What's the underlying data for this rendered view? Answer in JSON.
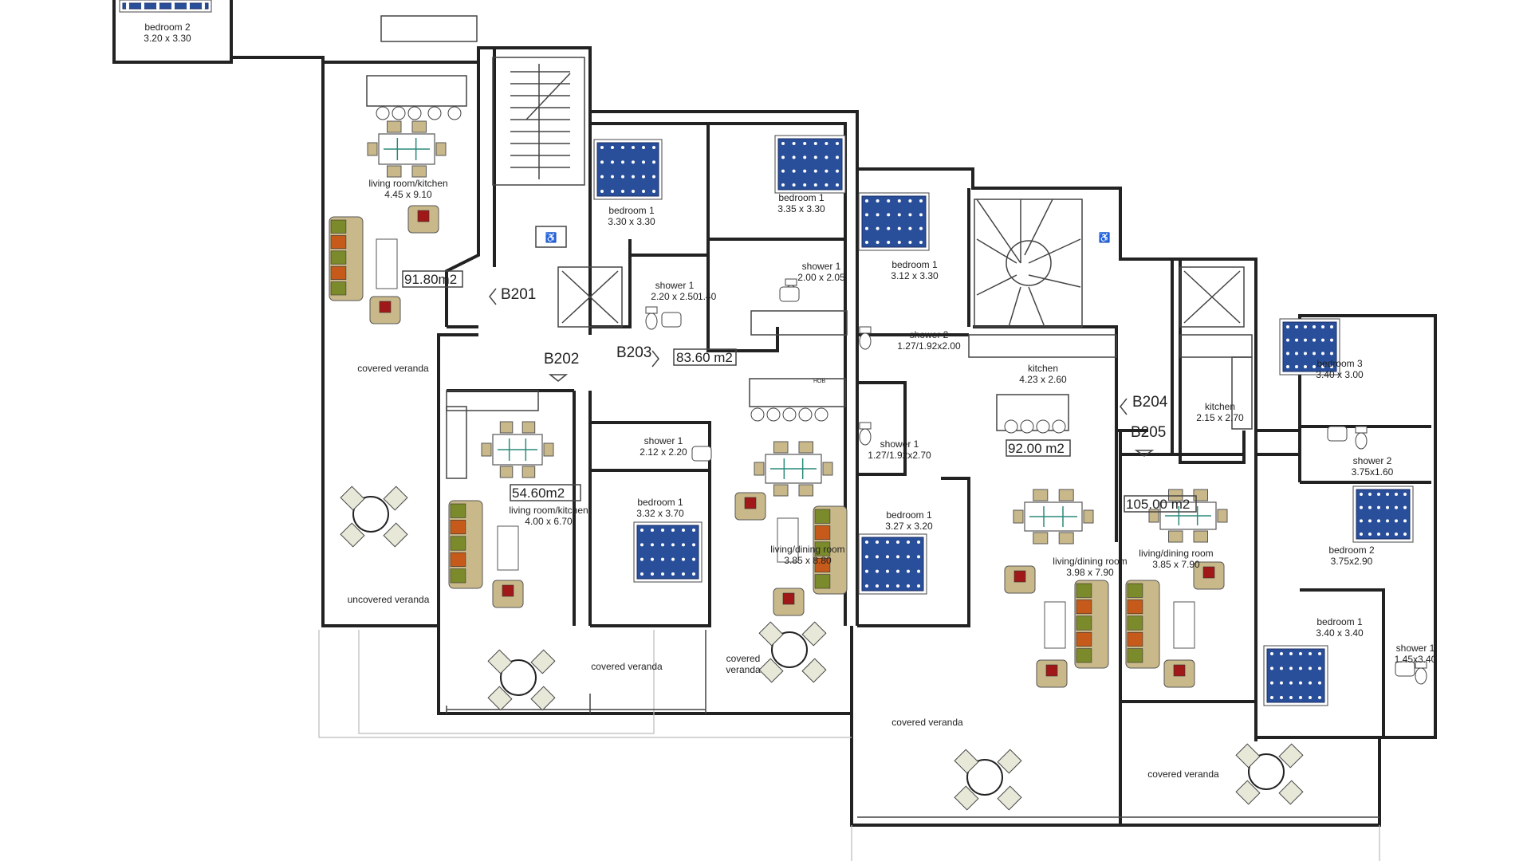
{
  "units": [
    {
      "id": "B201",
      "area": "91.80m2"
    },
    {
      "id": "B202",
      "area": "54.60m2"
    },
    {
      "id": "B203",
      "area": "83.60 m2"
    },
    {
      "id": "B204",
      "area": "92.00 m2"
    },
    {
      "id": "B205",
      "area": "105.00 m2"
    }
  ],
  "rooms": [
    {
      "name": "bedroom 2",
      "dims": "3.20 x 3.30"
    },
    {
      "name": "living room/kitchen",
      "dims": "4.45 x 9.10"
    },
    {
      "name": "covered veranda",
      "dims": ""
    },
    {
      "name": "uncovered veranda",
      "dims": ""
    },
    {
      "name": "bedroom 1",
      "dims": "3.30 x 3.30"
    },
    {
      "name": "shower 1",
      "dims": "2.20 x 2.50"
    },
    {
      "name": "bedroom 1",
      "dims": "3.35 x 3.30"
    },
    {
      "name": "shower 1",
      "dims": "2.00 x 2.05"
    },
    {
      "name": "living room/kitchen",
      "dims": "4.00 x 6.70"
    },
    {
      "name": "shower 1",
      "dims": "2.12 x 2.20"
    },
    {
      "name": "bedroom 1",
      "dims": "3.32 x 3.70"
    },
    {
      "name": "living/dining room",
      "dims": "3.85 x 8.80"
    },
    {
      "name": "covered veranda",
      "dims": ""
    },
    {
      "name": "covered",
      "dims": "veranda"
    },
    {
      "name": "bedroom 1",
      "dims": "3.12 x 3.30"
    },
    {
      "name": "shower 2",
      "dims": "1.27/1.92x2.00"
    },
    {
      "name": "shower 1",
      "dims": "1.27/1.92x2.70"
    },
    {
      "name": "bedroom 1",
      "dims": "3.27 x 3.20"
    },
    {
      "name": "kitchen",
      "dims": "4.23 x 2.60"
    },
    {
      "name": "living/dining room",
      "dims": "3.98 x 7.90"
    },
    {
      "name": "covered veranda",
      "dims": ""
    },
    {
      "name": "kitchen",
      "dims": "2.15 x 2.70"
    },
    {
      "name": "living/dining room",
      "dims": "3.85 x 7.90"
    },
    {
      "name": "bedroom 3",
      "dims": "3.40 x 3.00"
    },
    {
      "name": "shower 2",
      "dims": "3.75x1.60"
    },
    {
      "name": "bedroom 2",
      "dims": "3.75x2.90"
    },
    {
      "name": "bedroom 1",
      "dims": "3.40 x 3.40"
    },
    {
      "name": "shower 1",
      "dims": "1.45x3.40"
    },
    {
      "name": "covered veranda",
      "dims": ""
    }
  ],
  "extra_labels": [
    "1.40",
    "HOB"
  ],
  "colors": {
    "wall": "#222222",
    "bed": "#2a4f9a",
    "sofa": "#c9b98a",
    "cushion_green": "#7b8a2a",
    "cushion_orange": "#c65a1a",
    "cushion_red": "#a01818",
    "table_accent": "#2a8a7a",
    "chair": "#e8e8d8"
  }
}
